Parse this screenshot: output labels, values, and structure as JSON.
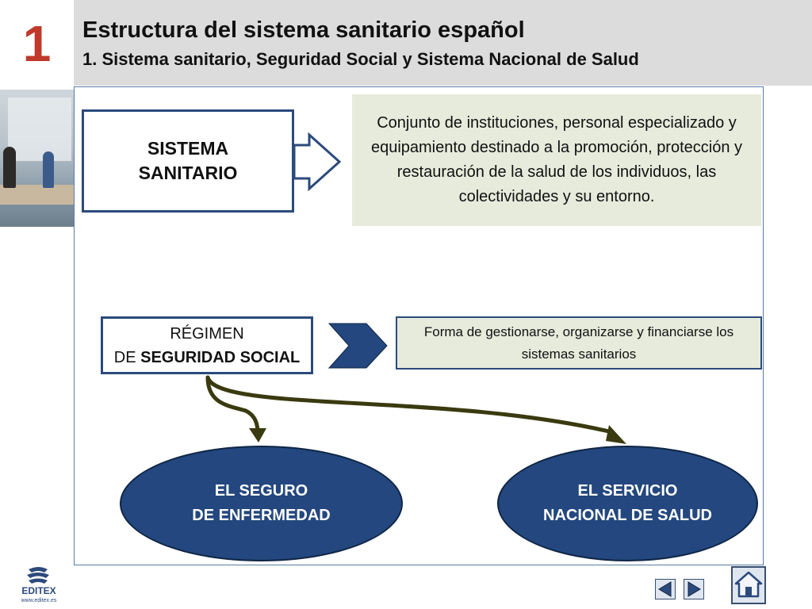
{
  "header": {
    "chapter_number": "1",
    "title": "Estructura del sistema sanitario español",
    "subtitle": "1. Sistema sanitario, Seguridad Social y Sistema Nacional de Salud"
  },
  "diagram": {
    "sistema_sanitario": {
      "line1": "SISTEMA",
      "line2": "SANITARIO",
      "definition": "Conjunto de instituciones, personal especializado y equipamiento destinado a la promoción, protección y restauración de la salud de los individuos, las colectividades y su entorno."
    },
    "regimen": {
      "line1": "RÉGIMEN",
      "line2_prefix": "DE ",
      "line2_bold": "SEGURIDAD SOCIAL",
      "definition": "Forma de gestionarse, organizarse y financiarse los sistemas sanitarios"
    },
    "seguro": {
      "line1": "EL SEGURO",
      "line2": "DE ENFERMEDAD"
    },
    "servicio": {
      "line1": "EL SERVICIO",
      "line2": "NACIONAL DE SALUD"
    }
  },
  "footer": {
    "logo_text": "EDITEX",
    "logo_url_text": "www.editex.es"
  },
  "colors": {
    "accent_red": "#c0392b",
    "navy": "#23477e",
    "box_border": "#2c4a7c",
    "definition_bg": "#e6ebdc",
    "arrow_olive": "#3a3a10",
    "header_gray": "#dcdcdc"
  },
  "icons": {
    "prev": "triangle-left-icon",
    "next": "triangle-right-icon",
    "home": "house-icon",
    "arrow_outline": "outline-arrow-right-icon",
    "chevron": "chevron-right-icon"
  }
}
